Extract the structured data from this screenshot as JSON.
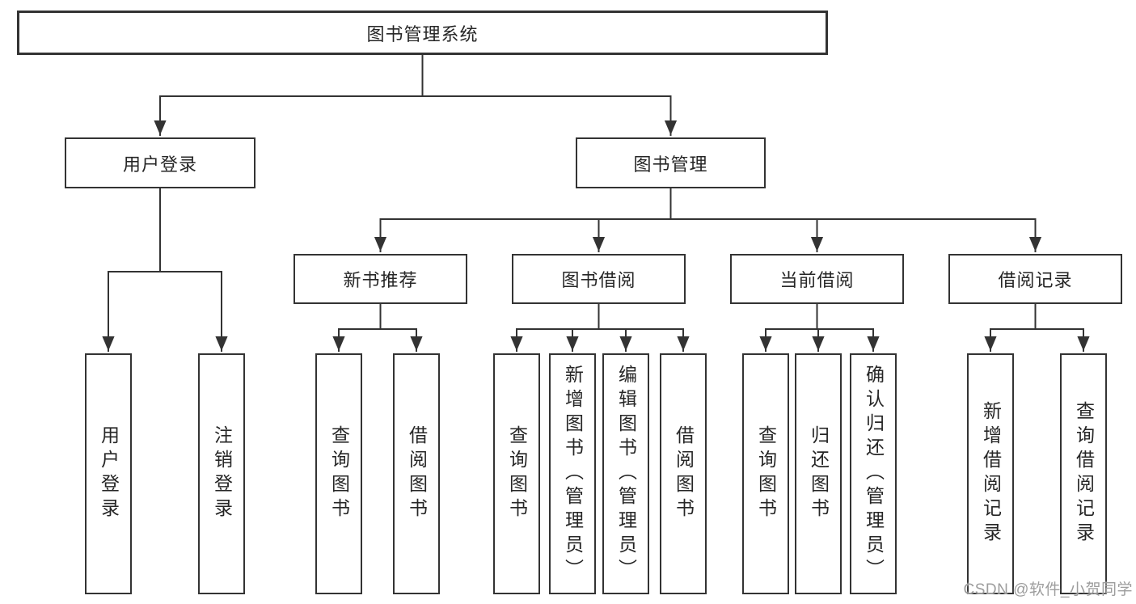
{
  "diagram": {
    "root": {
      "label": "图书管理系统"
    },
    "branches": [
      {
        "label": "用户登录",
        "children": [
          {
            "label": "用户登录"
          },
          {
            "label": "注销登录"
          }
        ]
      },
      {
        "label": "图书管理",
        "children": [
          {
            "label": "新书推荐",
            "children": [
              {
                "label": "查询图书"
              },
              {
                "label": "借阅图书"
              }
            ]
          },
          {
            "label": "图书借阅",
            "children": [
              {
                "label": "查询图书"
              },
              {
                "label": "新增图书（管理员）"
              },
              {
                "label": "编辑图书（管理员）"
              },
              {
                "label": "借阅图书"
              }
            ]
          },
          {
            "label": "当前借阅",
            "children": [
              {
                "label": "查询图书"
              },
              {
                "label": "归还图书"
              },
              {
                "label": "确认归还（管理员）"
              }
            ]
          },
          {
            "label": "借阅记录",
            "children": [
              {
                "label": "新增借阅记录"
              },
              {
                "label": "查询借阅记录"
              }
            ]
          }
        ]
      }
    ],
    "watermark": "CSDN @软件_小贺同学",
    "colors": {
      "line": "#333333",
      "text": "#262626",
      "box_background": "#ffffff",
      "watermark": "#9d9d9d",
      "background": "#ffffff"
    }
  }
}
